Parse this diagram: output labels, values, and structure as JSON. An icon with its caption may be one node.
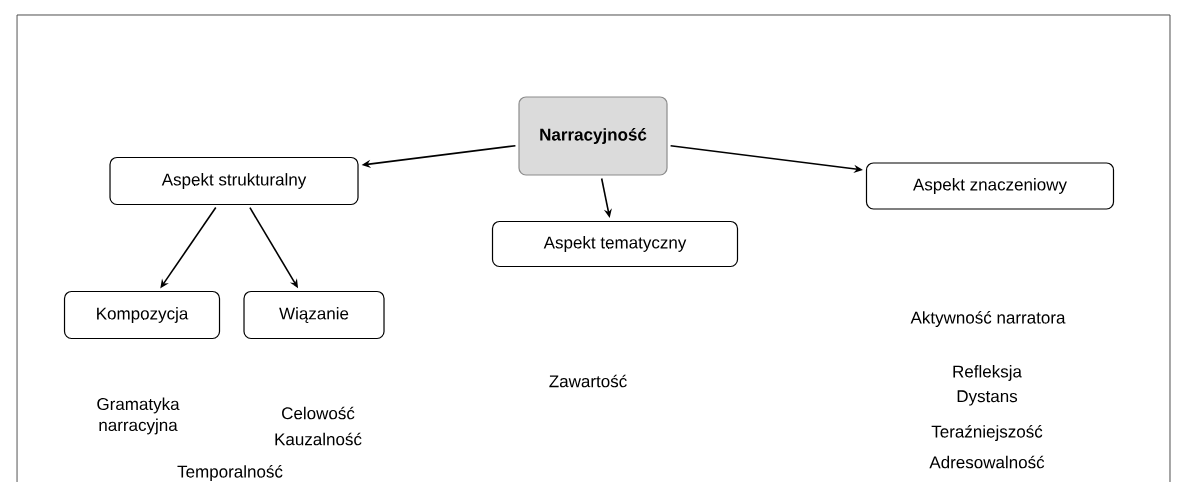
{
  "diagram": {
    "nodes": [
      {
        "text": [
          "Narracyjność"
        ]
      },
      {
        "text": [
          "Aspekt strukturalny"
        ]
      },
      {
        "text": [
          "Aspekt tematyczny"
        ]
      },
      {
        "text": [
          "Aspekt znaczeniowy"
        ]
      },
      {
        "text": [
          "Kompozycja"
        ]
      },
      {
        "text": [
          "Wiązanie"
        ]
      }
    ],
    "edges": [
      {
        "from": 0,
        "to": 1,
        "arrow": "to"
      },
      {
        "from": 0,
        "to": 2,
        "arrow": "to"
      },
      {
        "from": 0,
        "to": 3,
        "arrow": "to"
      },
      {
        "from": 1,
        "to": 4,
        "arrow": "to"
      },
      {
        "from": 1,
        "to": 5,
        "arrow": "to"
      }
    ],
    "labels": [
      "Gramatyka narracyjna",
      "Celowość",
      "Kauzalność",
      "Temporalność",
      "Zawartość",
      "Aktywność narratora",
      "Refleksja",
      "Dystans",
      "Teraźniejszość",
      "Adresowalność"
    ]
  }
}
